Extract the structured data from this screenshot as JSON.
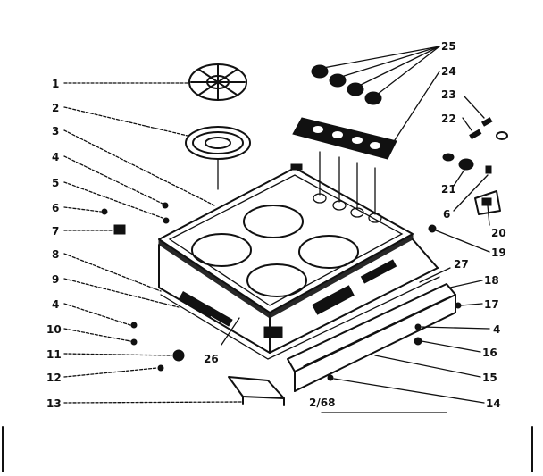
{
  "diagram": {
    "drawing_code": "2/68",
    "callouts": [
      "1",
      "2",
      "3",
      "4",
      "5",
      "6",
      "7",
      "8",
      "9",
      "4",
      "10",
      "11",
      "12",
      "13",
      "25",
      "24",
      "23",
      "22",
      "21",
      "6",
      "20",
      "19",
      "27",
      "18",
      "17",
      "4",
      "16",
      "15",
      "14",
      "26"
    ]
  }
}
